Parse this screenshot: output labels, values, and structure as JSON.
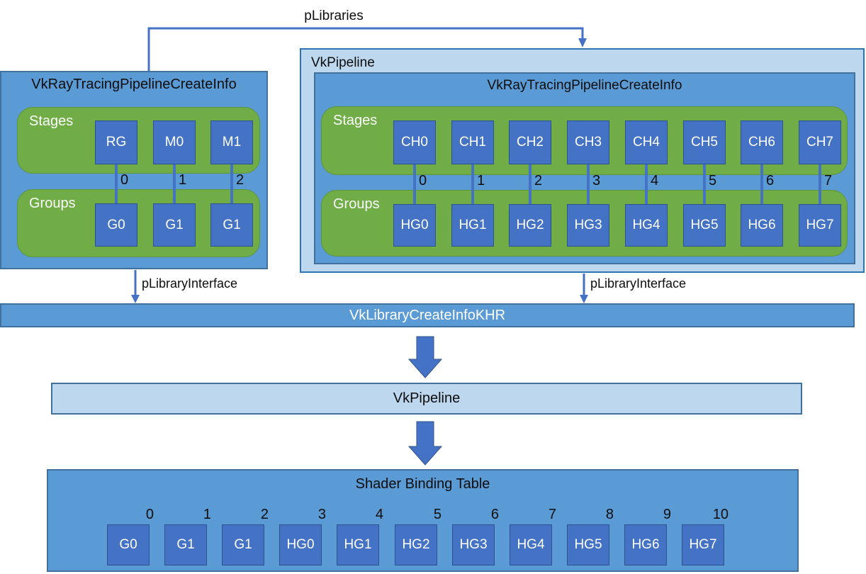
{
  "colors": {
    "medium_blue": "#5B9BD5",
    "light_blue": "#BDD7EE",
    "square_blue": "#4472C4",
    "green": "#70AD47",
    "border_blue": "#41719C"
  },
  "connectors": {
    "plibraries_label": "pLibraries",
    "left_plibrary_interface_label": "pLibraryInterface",
    "right_plibrary_interface_label": "pLibraryInterface"
  },
  "left_pipeline": {
    "title": "VkRayTracingPipelineCreateInfo",
    "stages_label": "Stages",
    "groups_label": "Groups",
    "stages": [
      "RG",
      "M0",
      "M1"
    ],
    "groups": [
      "G0",
      "G1",
      "G1"
    ],
    "indices": [
      "0",
      "1",
      "2"
    ]
  },
  "right_pipeline": {
    "outer_title": "VkPipeline",
    "title": "VkRayTracingPipelineCreateInfo",
    "stages_label": "Stages",
    "groups_label": "Groups",
    "stages": [
      "CH0",
      "CH1",
      "CH2",
      "CH3",
      "CH4",
      "CH5",
      "CH6",
      "CH7"
    ],
    "groups": [
      "HG0",
      "HG1",
      "HG2",
      "HG3",
      "HG4",
      "HG5",
      "HG6",
      "HG7"
    ],
    "indices": [
      "0",
      "1",
      "2",
      "3",
      "4",
      "5",
      "6",
      "7"
    ]
  },
  "library_bar": {
    "label": "VkLibraryCreateInfoKHR"
  },
  "pipeline_bar": {
    "label": "VkPipeline"
  },
  "sbt": {
    "title": "Shader Binding Table",
    "entries": [
      {
        "index": "0",
        "label": "G0"
      },
      {
        "index": "1",
        "label": "G1"
      },
      {
        "index": "2",
        "label": "G1"
      },
      {
        "index": "3",
        "label": "HG0"
      },
      {
        "index": "4",
        "label": "HG1"
      },
      {
        "index": "5",
        "label": "HG2"
      },
      {
        "index": "6",
        "label": "HG3"
      },
      {
        "index": "7",
        "label": "HG4"
      },
      {
        "index": "8",
        "label": "HG5"
      },
      {
        "index": "9",
        "label": "HG6"
      },
      {
        "index": "10",
        "label": "HG7"
      }
    ]
  }
}
